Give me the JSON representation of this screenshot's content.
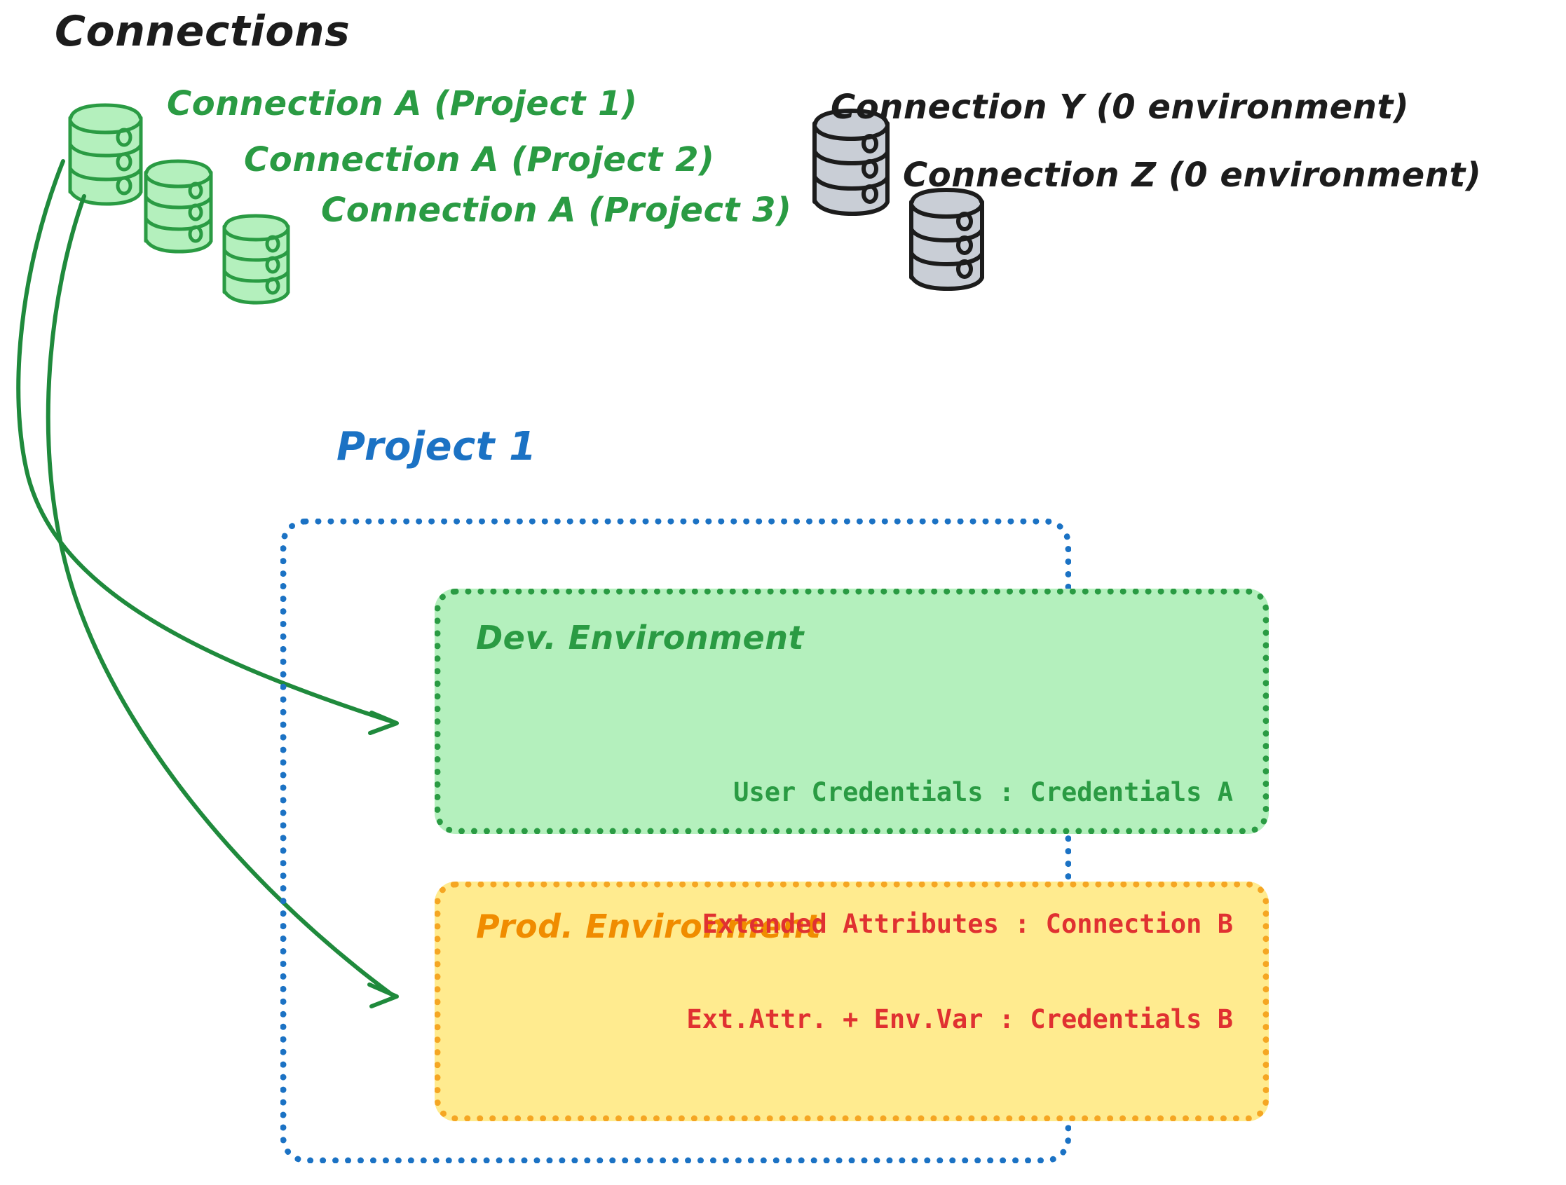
{
  "header": {
    "title": "Connections"
  },
  "connections": [
    {
      "id": "connection-a-project-1",
      "label": "Connection A (Project 1)",
      "color": "#2a9b43",
      "style": "green"
    },
    {
      "id": "connection-a-project-2",
      "label": "Connection A (Project 2)",
      "color": "#2a9b43",
      "style": "green"
    },
    {
      "id": "connection-a-project-3",
      "label": "Connection A (Project 3)",
      "color": "#2a9b43",
      "style": "green"
    },
    {
      "id": "connection-y",
      "label": "Connection Y (0 environment)",
      "color": "#1c1c1c",
      "style": "gray"
    },
    {
      "id": "connection-z",
      "label": "Connection Z (0 environment)",
      "color": "#1c1c1c",
      "style": "gray"
    }
  ],
  "project": {
    "title": "Project 1",
    "color": "#1b72c4"
  },
  "environments": [
    {
      "id": "dev-environment",
      "title": "Dev. Environment",
      "fill": "#b4f0bd",
      "border": "#2a9b43",
      "title_color": "#2a9b43",
      "text_color": "#2a9b43",
      "lines": [
        "User Credentials : Credentials A"
      ]
    },
    {
      "id": "prod-environment",
      "title": "Prod. Environment",
      "fill": "#ffeb8f",
      "border": "#f5a623",
      "title_color": "#f08c00",
      "text_color": "#e03131",
      "lines": [
        "Extended Attributes : Connection B",
        "Ext.Attr. + Env.Var : Credentials B"
      ]
    }
  ],
  "arrows": [
    {
      "id": "arrow-connection-a-to-dev",
      "from": "connection-a-project-1",
      "to": "dev-environment",
      "color": "#1f8a3c"
    },
    {
      "id": "arrow-connection-a-to-prod",
      "from": "connection-a-project-1",
      "to": "prod-environment",
      "color": "#1f8a3c"
    }
  ],
  "palette": {
    "green_stroke": "#2a9b43",
    "green_fill": "#b4f0bd",
    "yellow_fill": "#ffeb8f",
    "orange_stroke": "#f5a623",
    "blue": "#1b72c4",
    "red": "#e03131",
    "gray_fill": "#c9ced6",
    "black": "#1c1c1c"
  }
}
